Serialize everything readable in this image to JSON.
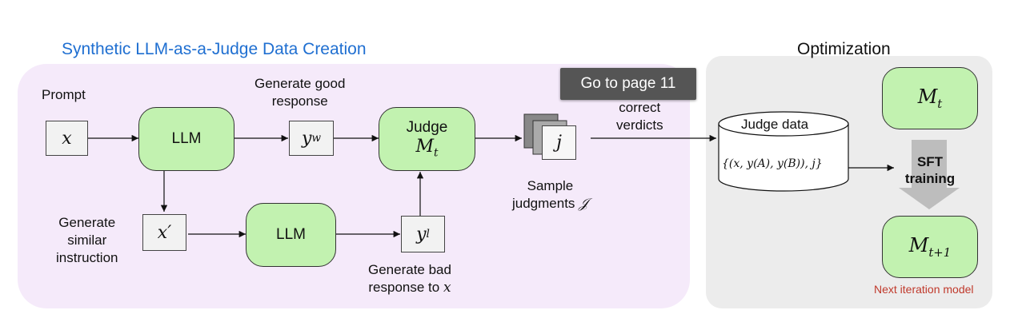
{
  "titles": {
    "left": "Synthetic LLM-as-a-Judge Data Creation",
    "right": "Optimization"
  },
  "labels": {
    "prompt": "Prompt",
    "gen_good_1": "Generate good",
    "gen_good_2": "response",
    "gen_similar_1": "Generate",
    "gen_similar_2": "similar",
    "gen_similar_3": "instruction",
    "gen_bad_1": "Generate bad",
    "gen_bad_2": "response to",
    "gen_bad_var": "x",
    "correct_1": "correct",
    "correct_2": "verdicts",
    "sample_1": "Sample",
    "sample_2": "judgments",
    "sample_var": "𝒥",
    "sft_1": "SFT",
    "sft_2": "training",
    "next_iter": "Next iteration model"
  },
  "nodes": {
    "x": "x",
    "x_prime": "x′",
    "llm_top": "LLM",
    "llm_bottom": "LLM",
    "yw_base": "y",
    "yw_sup": "w",
    "yl_base": "y",
    "yl_sup": "l",
    "judge_title": "Judge",
    "judge_model": "M",
    "judge_model_sub": "t",
    "j": "j",
    "judge_data_title": "Judge data",
    "judge_data_formula": "{(x, y(A), y(B)), j}",
    "mt": "M",
    "mt_sub": "t",
    "mt1": "M",
    "mt1_sub": "t+1"
  },
  "tooltip": {
    "text": "Go to page 11"
  },
  "colors": {
    "left_title": "#1f6fd1",
    "green_box": "#c2f2b0",
    "left_panel": "#f5eafa",
    "right_panel": "#ececec",
    "tooltip_bg": "#555555",
    "next_iter": "#c0392b"
  }
}
